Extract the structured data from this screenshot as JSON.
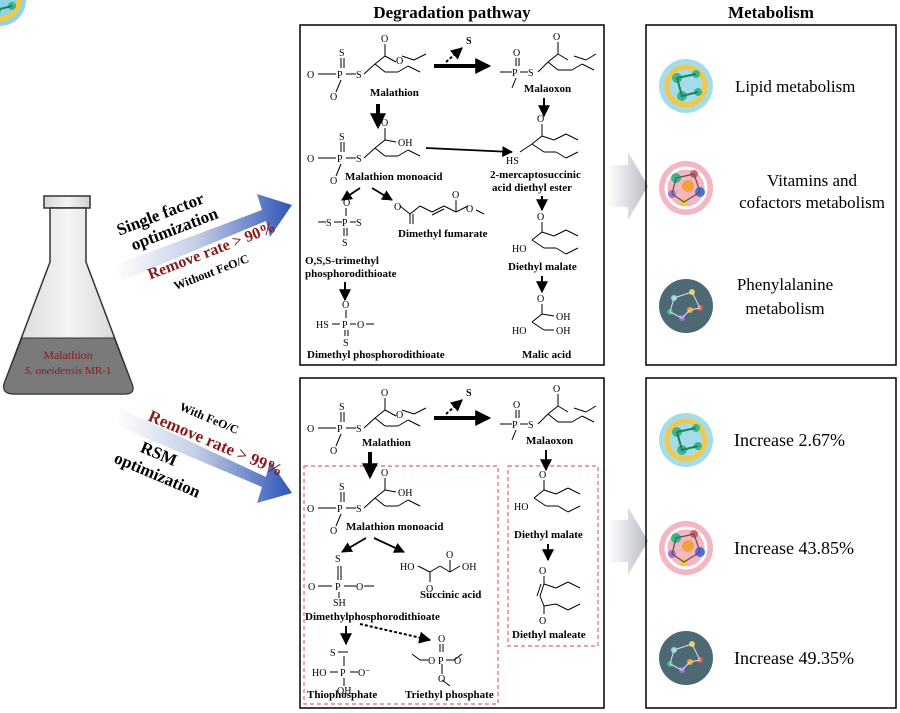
{
  "headers": {
    "pathway": "Degradation pathway",
    "metabolism": "Metabolism"
  },
  "flask": {
    "line1": "Malathion",
    "line2": "S. oneidensis",
    "line3": "MR-1"
  },
  "top_arrow": {
    "line1": "Single factor",
    "line2": "optimization",
    "remove": "Remove rate > 90%",
    "condition": "Without FeO/C"
  },
  "bottom_arrow": {
    "condition": "With FeO/C",
    "remove": "Remove rate > 99%",
    "line1": "RSM",
    "line2": "optimization"
  },
  "top_pathway": {
    "malathion": "Malathion",
    "malaoxon": "Malaoxon",
    "monoacid": "Malathion monoacid",
    "mercapto1": "2-mercaptosuccinic",
    "mercapto2": "acid diethyl ester",
    "fumarate": "Dimethyl fumarate",
    "oss1": "O,S,S-trimethyl",
    "oss2": "phosphorodithioate",
    "diethyl_malate": "Diethyl malate",
    "dimethyl_pdt": "Dimethyl phosphorodithioate",
    "malic": "Malic acid",
    "sulfur": "S"
  },
  "bottom_pathway": {
    "malathion": "Malathion",
    "malaoxon": "Malaoxon",
    "monoacid": "Malathion monoacid",
    "diethyl_malate": "Diethyl malate",
    "succinic": "Succinic acid",
    "dmpdt": "Dimethylphosphorodithioate",
    "diethyl_maleate": "Diethyl maleate",
    "thiophosphate": "Thiophosphate",
    "triethyl": "Triethyl phosphate",
    "sulfur": "S"
  },
  "top_metabolism": [
    {
      "label": "Lipid metabolism",
      "icon": "lipid-icon"
    },
    {
      "label1": "Vitamins and",
      "label2": "cofactors metabolism",
      "icon": "vitamin-icon"
    },
    {
      "label1": "Phenylalanine",
      "label2": "metabolism",
      "icon": "phenylalanine-icon"
    }
  ],
  "bottom_metabolism": [
    {
      "label": "Increase 2.67%",
      "icon": "lipid-icon"
    },
    {
      "label": "Increase 43.85%",
      "icon": "vitamin-icon"
    },
    {
      "label": "Increase 49.35%",
      "icon": "phenylalanine-icon"
    }
  ],
  "colors": {
    "dark_red": "#8b1a1a",
    "arrow_blue": "#3b5bb5",
    "liquid": "#7a7a7a",
    "dashed_box": "#e06a6a"
  }
}
